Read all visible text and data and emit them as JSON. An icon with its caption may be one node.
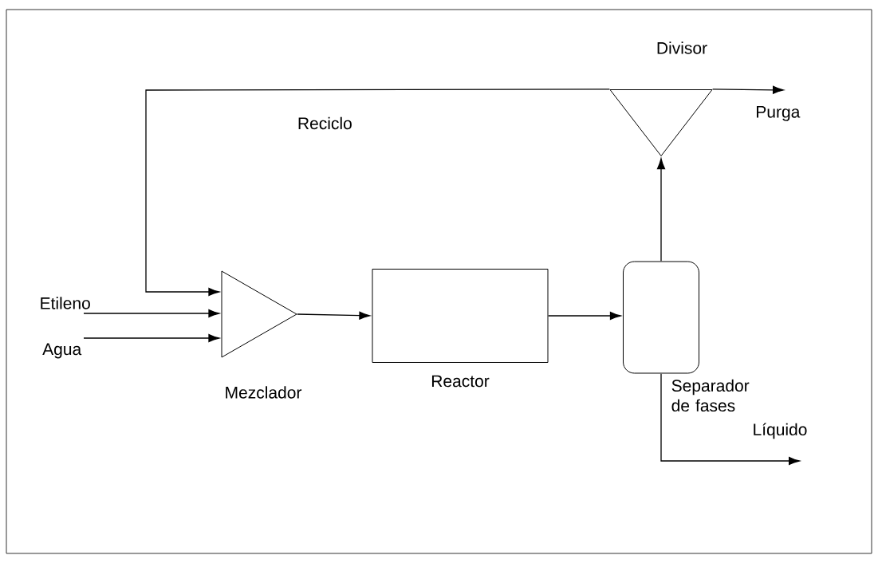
{
  "diagram": {
    "nodes": [
      {
        "text": [
          "Mezclador"
        ]
      },
      {
        "text": [
          "Reactor"
        ]
      },
      {
        "text": [
          "Separador de fases"
        ]
      },
      {
        "text": [
          "Divisor"
        ]
      }
    ],
    "edges": [
      {
        "from": null,
        "to": 0,
        "arrow": "to",
        "label": "Etileno"
      },
      {
        "from": null,
        "to": 0,
        "arrow": "to",
        "label": "Agua"
      },
      {
        "from": 3,
        "to": 0,
        "arrow": "to",
        "label": "Reciclo"
      },
      {
        "from": 0,
        "to": 1,
        "arrow": "to"
      },
      {
        "from": 1,
        "to": 2,
        "arrow": "to"
      },
      {
        "from": 2,
        "to": 3,
        "arrow": "to"
      },
      {
        "from": 3,
        "to": null,
        "arrow": "to",
        "label": "Purga"
      },
      {
        "from": 2,
        "to": null,
        "arrow": "to",
        "label": "Líquido"
      }
    ]
  }
}
